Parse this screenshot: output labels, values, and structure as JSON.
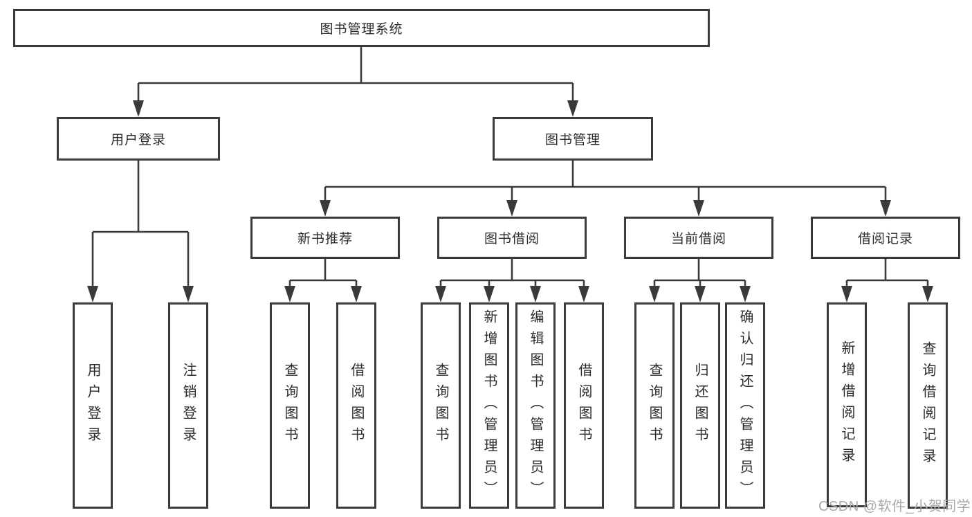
{
  "tree": {
    "root": {
      "label": "图书管理系统"
    },
    "level2": [
      {
        "label": "用户登录",
        "leaves": [
          {
            "label": "用户登录"
          },
          {
            "label": "注销登录"
          }
        ]
      },
      {
        "label": "图书管理",
        "children": [
          {
            "label": "新书推荐",
            "leaves": [
              {
                "label": "查询图书"
              },
              {
                "label": "借阅图书"
              }
            ]
          },
          {
            "label": "图书借阅",
            "leaves": [
              {
                "label": "查询图书"
              },
              {
                "label": "新增图书（管理员）"
              },
              {
                "label": "编辑图书（管理员）"
              },
              {
                "label": "借阅图书"
              }
            ]
          },
          {
            "label": "当前借阅",
            "leaves": [
              {
                "label": "查询图书"
              },
              {
                "label": "归还图书"
              },
              {
                "label": "确认归还（管理员）"
              }
            ]
          },
          {
            "label": "借阅记录",
            "leaves": [
              {
                "label": "新增借阅记录"
              },
              {
                "label": "查询借阅记录"
              }
            ]
          }
        ]
      }
    ]
  },
  "watermark": {
    "text": "CSDN @软件_小贺同学"
  },
  "colors": {
    "line": "#3a3a3a",
    "box_border": "#3a3a3a",
    "text": "#2b2b2b",
    "watermark": "#a9a9a9",
    "background": "#ffffff"
  }
}
